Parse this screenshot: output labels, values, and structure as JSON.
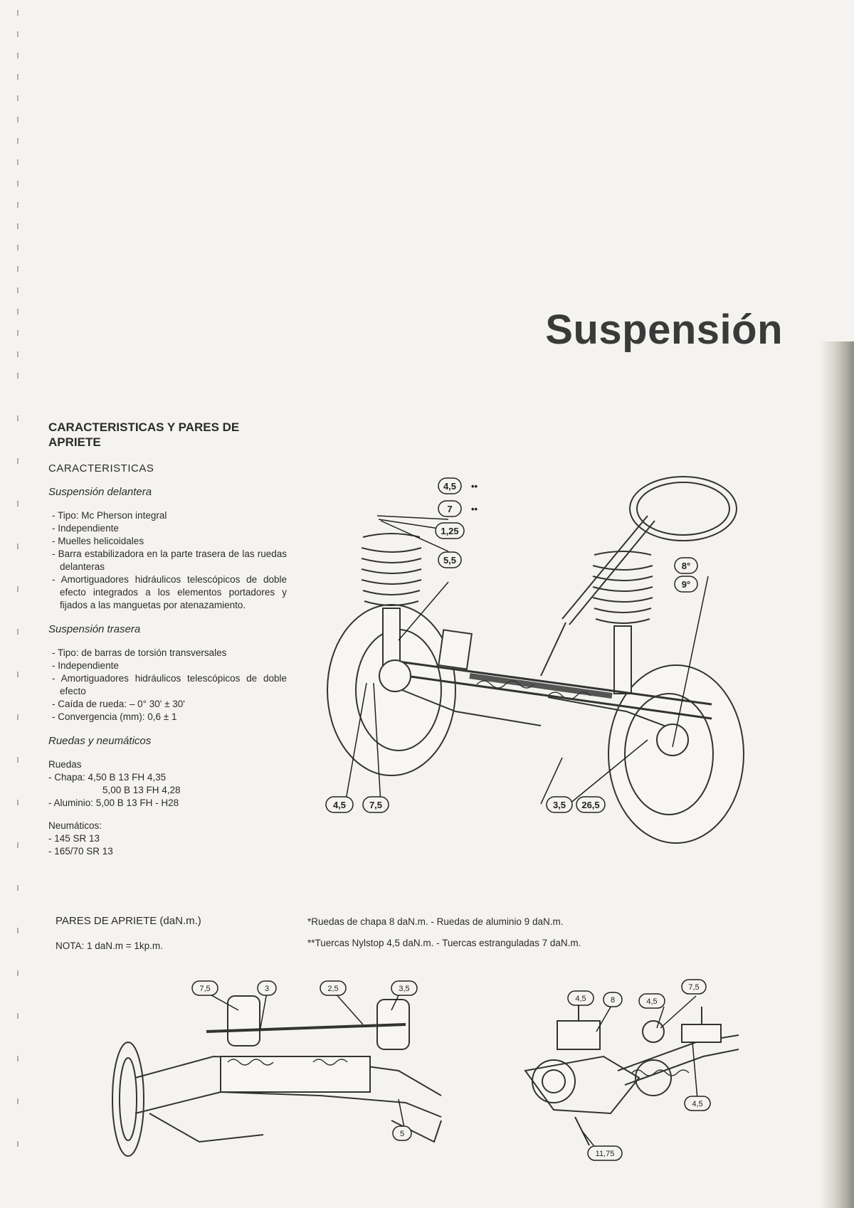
{
  "page": {
    "title": "Suspensión",
    "section_heading": "CARACTERISTICAS Y PARES DE APRIETE",
    "subheading": "CARACTERISTICAS"
  },
  "front": {
    "heading": "Suspensión delantera",
    "items": [
      "Tipo: Mc Pherson integral",
      "Independiente",
      "Muelles helicoidales",
      "Barra estabilizadora en la parte trasera de las ruedas delanteras",
      "Amortiguadores hidráulicos telescópicos de doble efecto integrados a los elementos portadores y fijados a las manguetas por atenazamiento."
    ]
  },
  "rear": {
    "heading": "Suspensión trasera",
    "items": [
      "Tipo: de barras de torsión transversales",
      "Independiente",
      "Amortiguadores hidráulicos telescópicos de doble efecto",
      "Caída de rueda: – 0° 30' ± 30'",
      "Convergencia (mm): 0,6 ± 1"
    ]
  },
  "wheels": {
    "heading": "Ruedas y neumáticos",
    "ruedas_label": "Ruedas",
    "chapa_1": "- Chapa: 4,50 B 13 FH 4,35",
    "chapa_2": "5,00 B 13 FH 4,28",
    "aluminio": "- Aluminio: 5,00 B 13 FH - H28",
    "neumaticos_label": "Neumáticos:",
    "neumatico_1": "- 145 SR 13",
    "neumatico_2": "- 165/70 SR 13"
  },
  "torque": {
    "heading": "PARES DE APRIETE (daN.m.)",
    "note": "NOTA: 1 daN.m = 1kp.m.",
    "footnote_1": "*Ruedas de chapa 8 daN.m. - Ruedas de aluminio 9 daN.m.",
    "footnote_2": "**Tuercas Nylstop 4,5 daN.m. - Tuercas estranguladas 7 daN.m."
  },
  "diagram_main": {
    "callouts": {
      "c45_top": "4,5",
      "c7": "7",
      "c125": "1,25",
      "c55": "5,5",
      "c8": "8°",
      "c9": "9°",
      "c45_bottom": "4,5",
      "c75": "7,5",
      "c35": "3,5",
      "c265": "26,5",
      "stars": "••"
    }
  },
  "diagram_bottom_left": {
    "callouts": {
      "c75": "7,5",
      "c3": "3",
      "c25": "2,5",
      "c35": "3,5",
      "c5": "5"
    }
  },
  "diagram_bottom_right": {
    "callouts": {
      "c45_a": "4,5",
      "c8": "8",
      "c45_b": "4,5",
      "c75": "7,5",
      "c45_c": "4,5",
      "c1175": "11,75"
    }
  }
}
